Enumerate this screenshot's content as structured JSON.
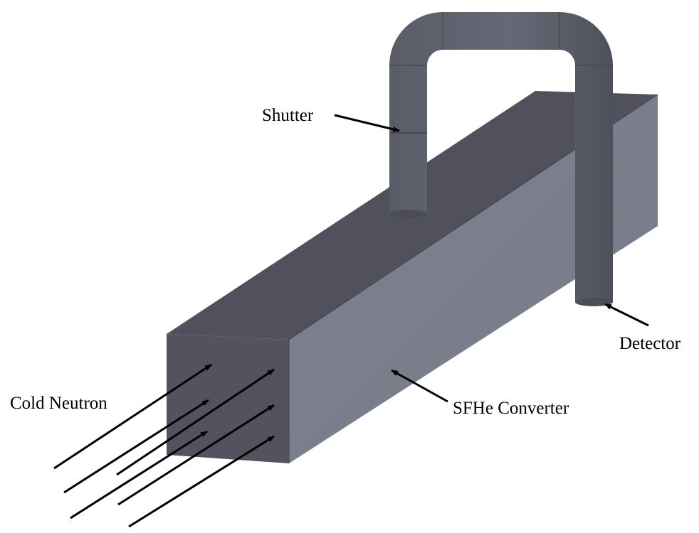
{
  "labels": {
    "shutter": "Shutter",
    "detector": "Detector",
    "converter": "SFHe Converter",
    "cold_neutron": "Cold Neutron"
  },
  "colors": {
    "box_top": "#4f505b",
    "box_front": "#51525d",
    "box_side": "#7b7f8c",
    "tube": "#5e606c",
    "tube_shade": "#4b4c57",
    "arrow": "#000000"
  }
}
